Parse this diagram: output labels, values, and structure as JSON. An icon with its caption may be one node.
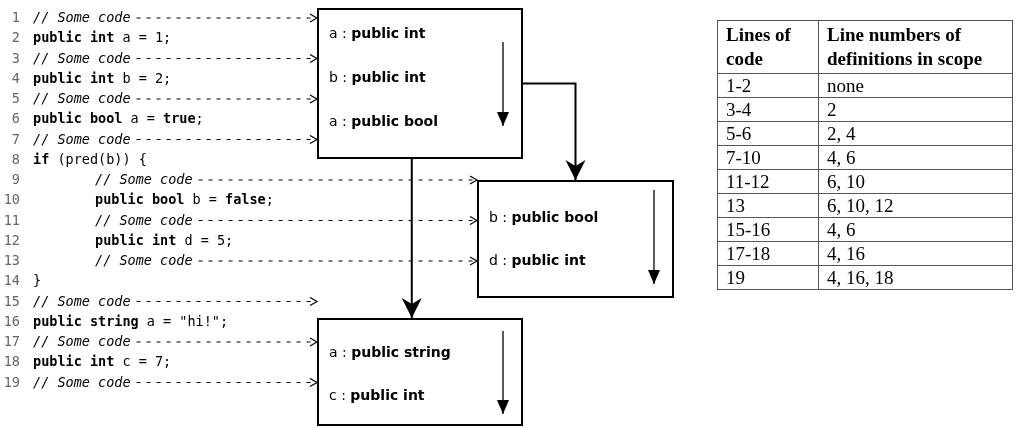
{
  "diagram": {
    "nodes": [
      {
        "text": [
          "// Some code"
        ]
      },
      {
        "text": [
          "// Some code"
        ]
      },
      {
        "text": [
          "// Some code"
        ]
      },
      {
        "text": [
          "// Some code"
        ]
      },
      {
        "text": [
          "// Some code"
        ]
      },
      {
        "text": [
          "// Some code"
        ]
      },
      {
        "text": [
          "// Some code"
        ]
      },
      {
        "text": [
          "// Some code"
        ]
      },
      {
        "text": [
          "// Some code"
        ]
      },
      {
        "text": [
          "// Some code"
        ]
      },
      {
        "text": [
          "a : **public int**",
          "b : **public int**",
          "a : **public bool**"
        ]
      },
      {
        "text": [
          "b : **public bool**",
          "d : **public int**"
        ]
      },
      {
        "text": [
          "a : **public string**",
          "c : **public int**"
        ]
      }
    ],
    "edges": [
      {
        "from": 0,
        "to": 10,
        "arrow": "to",
        "style": "dashed"
      },
      {
        "from": 1,
        "to": 10,
        "arrow": "to",
        "style": "dashed"
      },
      {
        "from": 2,
        "to": 10,
        "arrow": "to",
        "style": "dashed"
      },
      {
        "from": 3,
        "to": 10,
        "arrow": "to",
        "style": "dashed"
      },
      {
        "from": 4,
        "to": 11,
        "arrow": "to",
        "style": "dashed"
      },
      {
        "from": 5,
        "to": 11,
        "arrow": "to",
        "style": "dashed"
      },
      {
        "from": 6,
        "to": 11,
        "arrow": "to",
        "style": "dashed"
      },
      {
        "from": 7,
        "to": 12,
        "arrow": "to",
        "style": "dashed"
      },
      {
        "from": 8,
        "to": 12,
        "arrow": "to",
        "style": "dashed"
      },
      {
        "from": 9,
        "to": 12,
        "arrow": "to",
        "style": "dashed"
      },
      {
        "from": 10,
        "to": 11,
        "arrow": "to"
      },
      {
        "from": 10,
        "to": 12,
        "arrow": "to"
      }
    ],
    "labels": [
      "1",
      "2",
      "**public int** a = 1;",
      "3",
      "4",
      "**public int** b = 2;",
      "5",
      "6",
      "**public bool** a = **true**;",
      "7",
      "8",
      "**if** (pred(b)) {",
      "9",
      "10",
      "**public bool** b = **false**;",
      "11",
      "12",
      "**public int** d = 5;",
      "13",
      "14",
      "}",
      "15",
      "16",
      "**public string** a = \"hi!\";",
      "17",
      "18",
      "**public int** c = 7;",
      "19",
      "Lines of code",
      "Line numbers of definitions in scope",
      "1-2",
      "none",
      "3-4",
      "2",
      "5-6",
      "2, 4",
      "7-10",
      "4, 6",
      "11-12",
      "6, 10",
      "13",
      "6, 10, 12",
      "15-16",
      "4, 6",
      "17-18",
      "4, 16",
      "19",
      "4, 16, 18"
    ]
  }
}
